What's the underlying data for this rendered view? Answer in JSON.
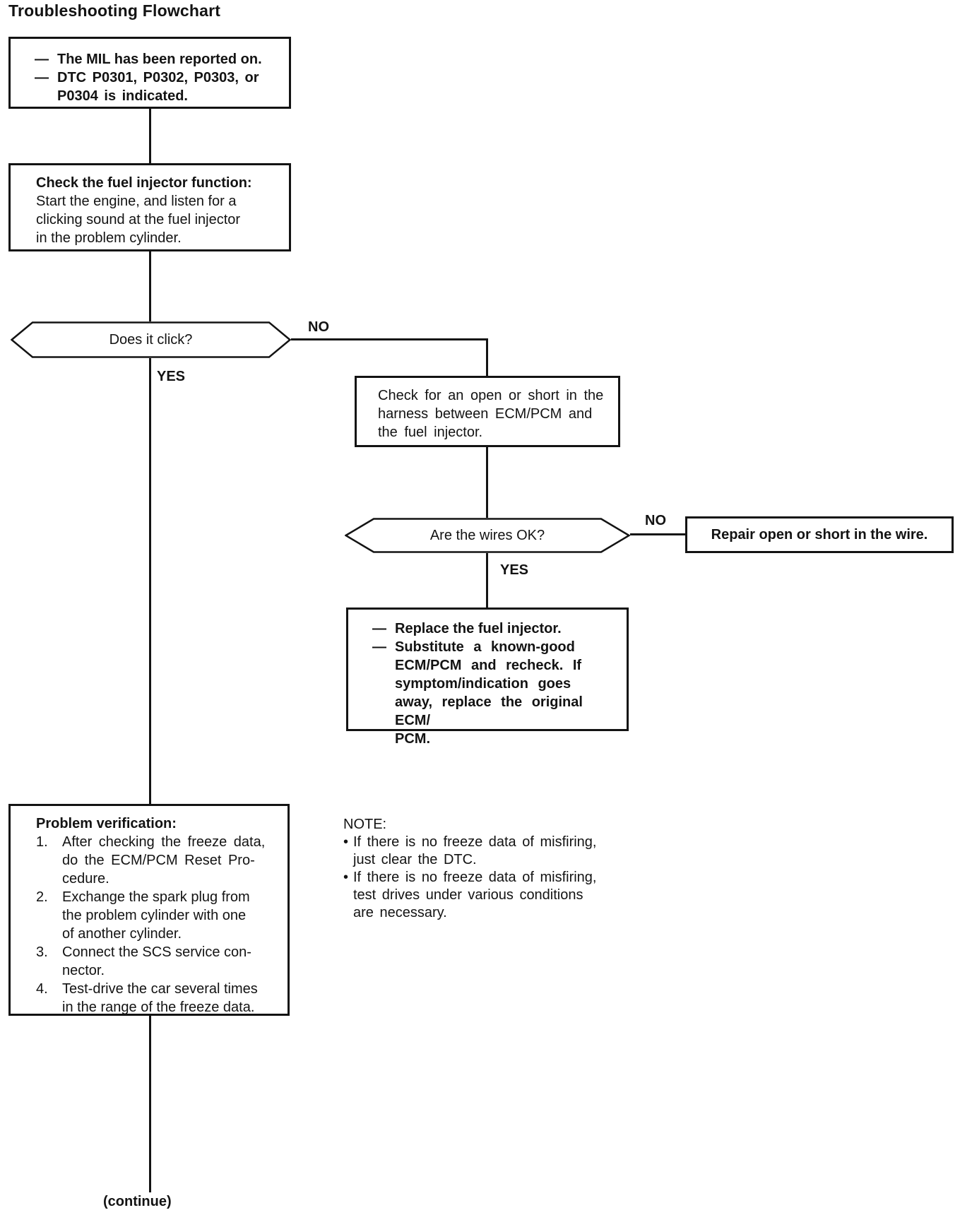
{
  "colors": {
    "ink": "#131313",
    "paper": "#ffffff"
  },
  "page": {
    "title": "Troubleshooting Flowchart",
    "continue_label": "(continue)"
  },
  "markers": {
    "dash": "—",
    "bullet": "•"
  },
  "branch_labels": {
    "click_yes": "YES",
    "click_no": "NO",
    "wires_yes": "YES",
    "wires_no": "NO"
  },
  "nodes": {
    "start": {
      "items": [
        "The MIL has been reported on.",
        "DTC P0301, P0302, P0303, or\nP0304 is indicated."
      ]
    },
    "check_injector": {
      "heading": "Check the fuel injector function:",
      "body": "Start the engine, and listen for a\nclicking sound at the fuel injector\nin the problem cylinder."
    },
    "decision_click": {
      "question": "Does it click?"
    },
    "check_harness": {
      "body": "Check for an open or short in the\nharness between ECM/PCM and\nthe fuel injector."
    },
    "decision_wires": {
      "question": "Are the wires OK?"
    },
    "repair_wire": {
      "label": "Repair open or short in the wire."
    },
    "replace_injector": {
      "items": [
        "Replace the fuel injector.",
        "Substitute a known-good\nECM/PCM and recheck. If\nsymptom/indication goes\naway, replace the original ECM/\nPCM."
      ]
    },
    "problem_verification": {
      "heading": "Problem verification:",
      "steps": [
        {
          "num": "1.",
          "text": "After checking the freeze data,\ndo the ECM/PCM Reset Pro-\ncedure."
        },
        {
          "num": "2.",
          "text": "Exchange the spark plug from\nthe problem cylinder with one\nof another cylinder."
        },
        {
          "num": "3.",
          "text": "Connect the SCS service con-\nnector."
        },
        {
          "num": "4.",
          "text": "Test-drive the car several times\nin the range of the freeze data."
        }
      ]
    },
    "note": {
      "heading": "NOTE:",
      "bullets": [
        "If there is no freeze data of misfiring,\njust clear the DTC.",
        "If there is no freeze data of misfiring,\ntest drives under various conditions\nare necessary."
      ]
    }
  }
}
